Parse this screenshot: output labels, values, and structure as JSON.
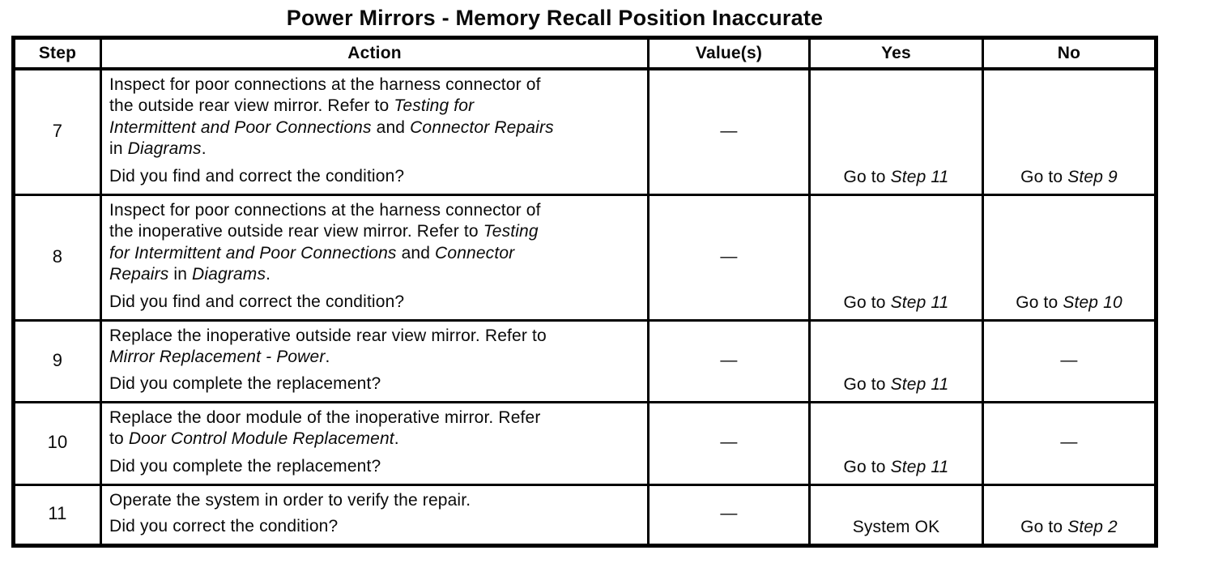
{
  "title": "Power Mirrors - Memory Recall Position Inaccurate",
  "colors": {
    "ink": "#0a0a0a",
    "border": "#000000",
    "background": "#ffffff"
  },
  "table": {
    "headers": [
      "Step",
      "Action",
      "Value(s)",
      "Yes",
      "No"
    ],
    "rows": [
      {
        "step": "7",
        "action_lines": [
          [
            {
              "t": "Inspect for poor connections at the harness connector of",
              "i": false
            }
          ],
          [
            {
              "t": "the outside rear view mirror. Refer to ",
              "i": false
            },
            {
              "t": "Testing for",
              "i": true
            }
          ],
          [
            {
              "t": "Intermittent and Poor Connections",
              "i": true
            },
            {
              "t": " and ",
              "i": false
            },
            {
              "t": "Connector Repairs",
              "i": true
            }
          ],
          [
            {
              "t": "in ",
              "i": false
            },
            {
              "t": "Diagrams",
              "i": true
            },
            {
              "t": ".",
              "i": false
            }
          ]
        ],
        "question": "Did you find and correct the condition?",
        "value": "—",
        "yes": {
          "segments": [
            {
              "t": "Go to ",
              "i": false
            },
            {
              "t": "Step 11",
              "i": true
            }
          ],
          "valign": "bottom"
        },
        "no": {
          "segments": [
            {
              "t": "Go to ",
              "i": false
            },
            {
              "t": "Step 9",
              "i": true
            }
          ],
          "valign": "bottom"
        }
      },
      {
        "step": "8",
        "action_lines": [
          [
            {
              "t": "Inspect for poor connections at the harness connector of",
              "i": false
            }
          ],
          [
            {
              "t": "the inoperative outside rear view mirror. Refer to ",
              "i": false
            },
            {
              "t": "Testing",
              "i": true
            }
          ],
          [
            {
              "t": "for Intermittent and Poor Connections",
              "i": true
            },
            {
              "t": " and ",
              "i": false
            },
            {
              "t": "Connector",
              "i": true
            }
          ],
          [
            {
              "t": "Repairs",
              "i": true
            },
            {
              "t": " in ",
              "i": false
            },
            {
              "t": "Diagrams",
              "i": true
            },
            {
              "t": ".",
              "i": false
            }
          ]
        ],
        "question": "Did you find and correct the condition?",
        "value": "—",
        "yes": {
          "segments": [
            {
              "t": "Go to ",
              "i": false
            },
            {
              "t": "Step 11",
              "i": true
            }
          ],
          "valign": "bottom"
        },
        "no": {
          "segments": [
            {
              "t": "Go to ",
              "i": false
            },
            {
              "t": "Step 10",
              "i": true
            }
          ],
          "valign": "bottom"
        }
      },
      {
        "step": "9",
        "action_lines": [
          [
            {
              "t": "Replace the inoperative outside rear view mirror. Refer to",
              "i": false
            }
          ],
          [
            {
              "t": "Mirror Replacement - Power",
              "i": true
            },
            {
              "t": ".",
              "i": false
            }
          ]
        ],
        "question": "Did you complete the replacement?",
        "value": "—",
        "yes": {
          "segments": [
            {
              "t": "Go to ",
              "i": false
            },
            {
              "t": "Step 11",
              "i": true
            }
          ],
          "valign": "bottom"
        },
        "no": {
          "segments": [
            {
              "t": "—",
              "i": false
            }
          ],
          "valign": "middle"
        }
      },
      {
        "step": "10",
        "action_lines": [
          [
            {
              "t": "Replace the door module of the inoperative mirror. Refer",
              "i": false
            }
          ],
          [
            {
              "t": "to ",
              "i": false
            },
            {
              "t": "Door Control Module Replacement",
              "i": true
            },
            {
              "t": ".",
              "i": false
            }
          ]
        ],
        "question": "Did you complete the replacement?",
        "value": "—",
        "yes": {
          "segments": [
            {
              "t": "Go to ",
              "i": false
            },
            {
              "t": "Step 11",
              "i": true
            }
          ],
          "valign": "bottom"
        },
        "no": {
          "segments": [
            {
              "t": "—",
              "i": false
            }
          ],
          "valign": "middle"
        }
      },
      {
        "step": "11",
        "action_lines": [
          [
            {
              "t": "Operate the system in order to verify the repair.",
              "i": false
            }
          ]
        ],
        "question": "Did you correct the condition?",
        "value": "—",
        "yes": {
          "segments": [
            {
              "t": "System OK",
              "i": false
            }
          ],
          "valign": "bottom"
        },
        "no": {
          "segments": [
            {
              "t": "Go to ",
              "i": false
            },
            {
              "t": "Step 2",
              "i": true
            }
          ],
          "valign": "bottom"
        }
      }
    ]
  }
}
